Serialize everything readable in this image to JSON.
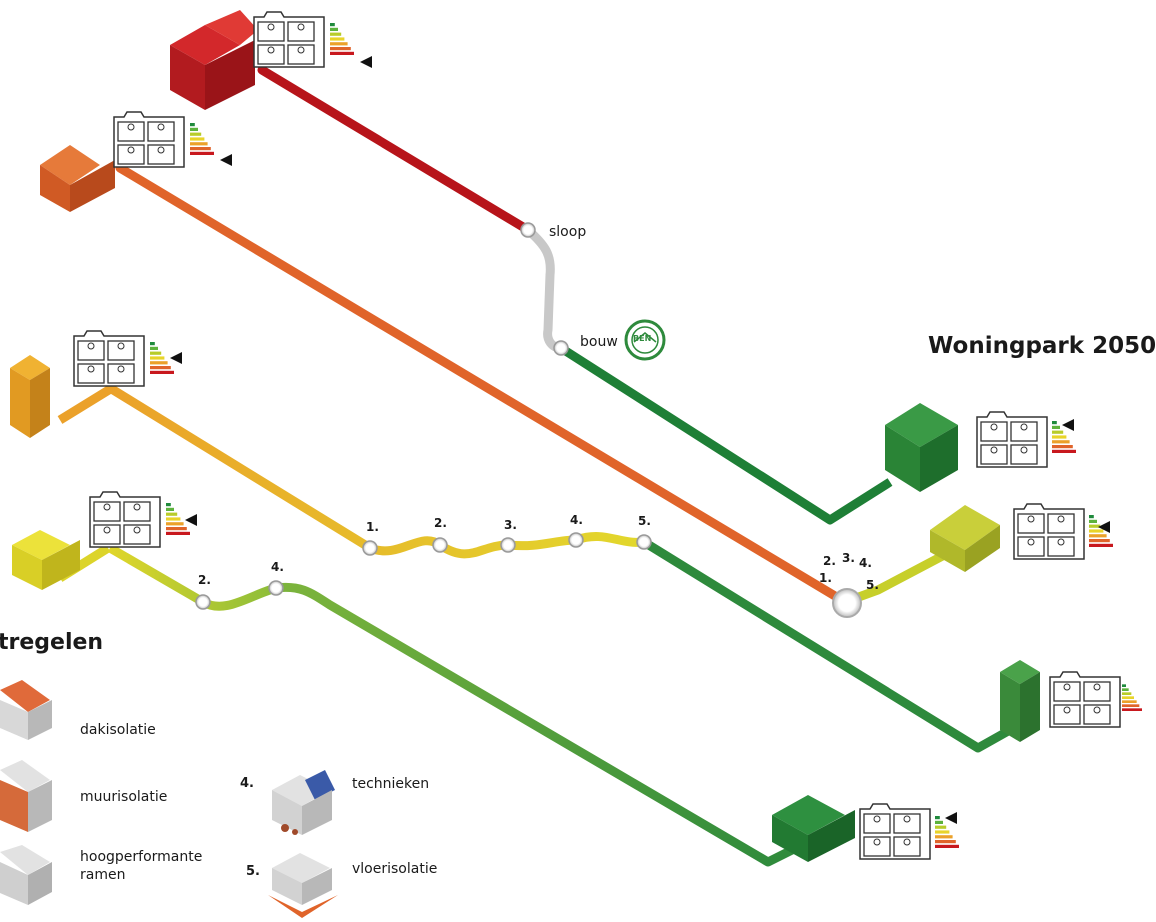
{
  "title": "Woningpark 2050",
  "legend": {
    "title": "tregelen",
    "items": [
      {
        "number": "",
        "label": "dakisolatie"
      },
      {
        "number": "",
        "label": "muurisolatie"
      },
      {
        "number": "",
        "label": "hoogperformante ramen"
      },
      {
        "number": "4.",
        "label": "technieken"
      },
      {
        "number": "5.",
        "label": "vloerisolatie"
      }
    ]
  },
  "route_red": {
    "stop1": "sloop",
    "stop2": "bouw",
    "badge": "BEN"
  },
  "route_orange": {
    "steps": [
      "1.",
      "2.",
      "3.",
      "4.",
      "5."
    ]
  },
  "route_amber": {
    "steps": [
      "1.",
      "2.",
      "3.",
      "4.",
      "5."
    ]
  },
  "route_yellow": {
    "steps": [
      "2.",
      "4."
    ]
  },
  "colors": {
    "red": "#c8181e",
    "orange": "#e0642a",
    "amber": "#eba12a",
    "yellow": "#d8d62a",
    "lightgreen": "#b8cc2a",
    "green": "#2e8a3c",
    "darkgreen": "#1f7a34",
    "grey": "#c8c8c8"
  }
}
